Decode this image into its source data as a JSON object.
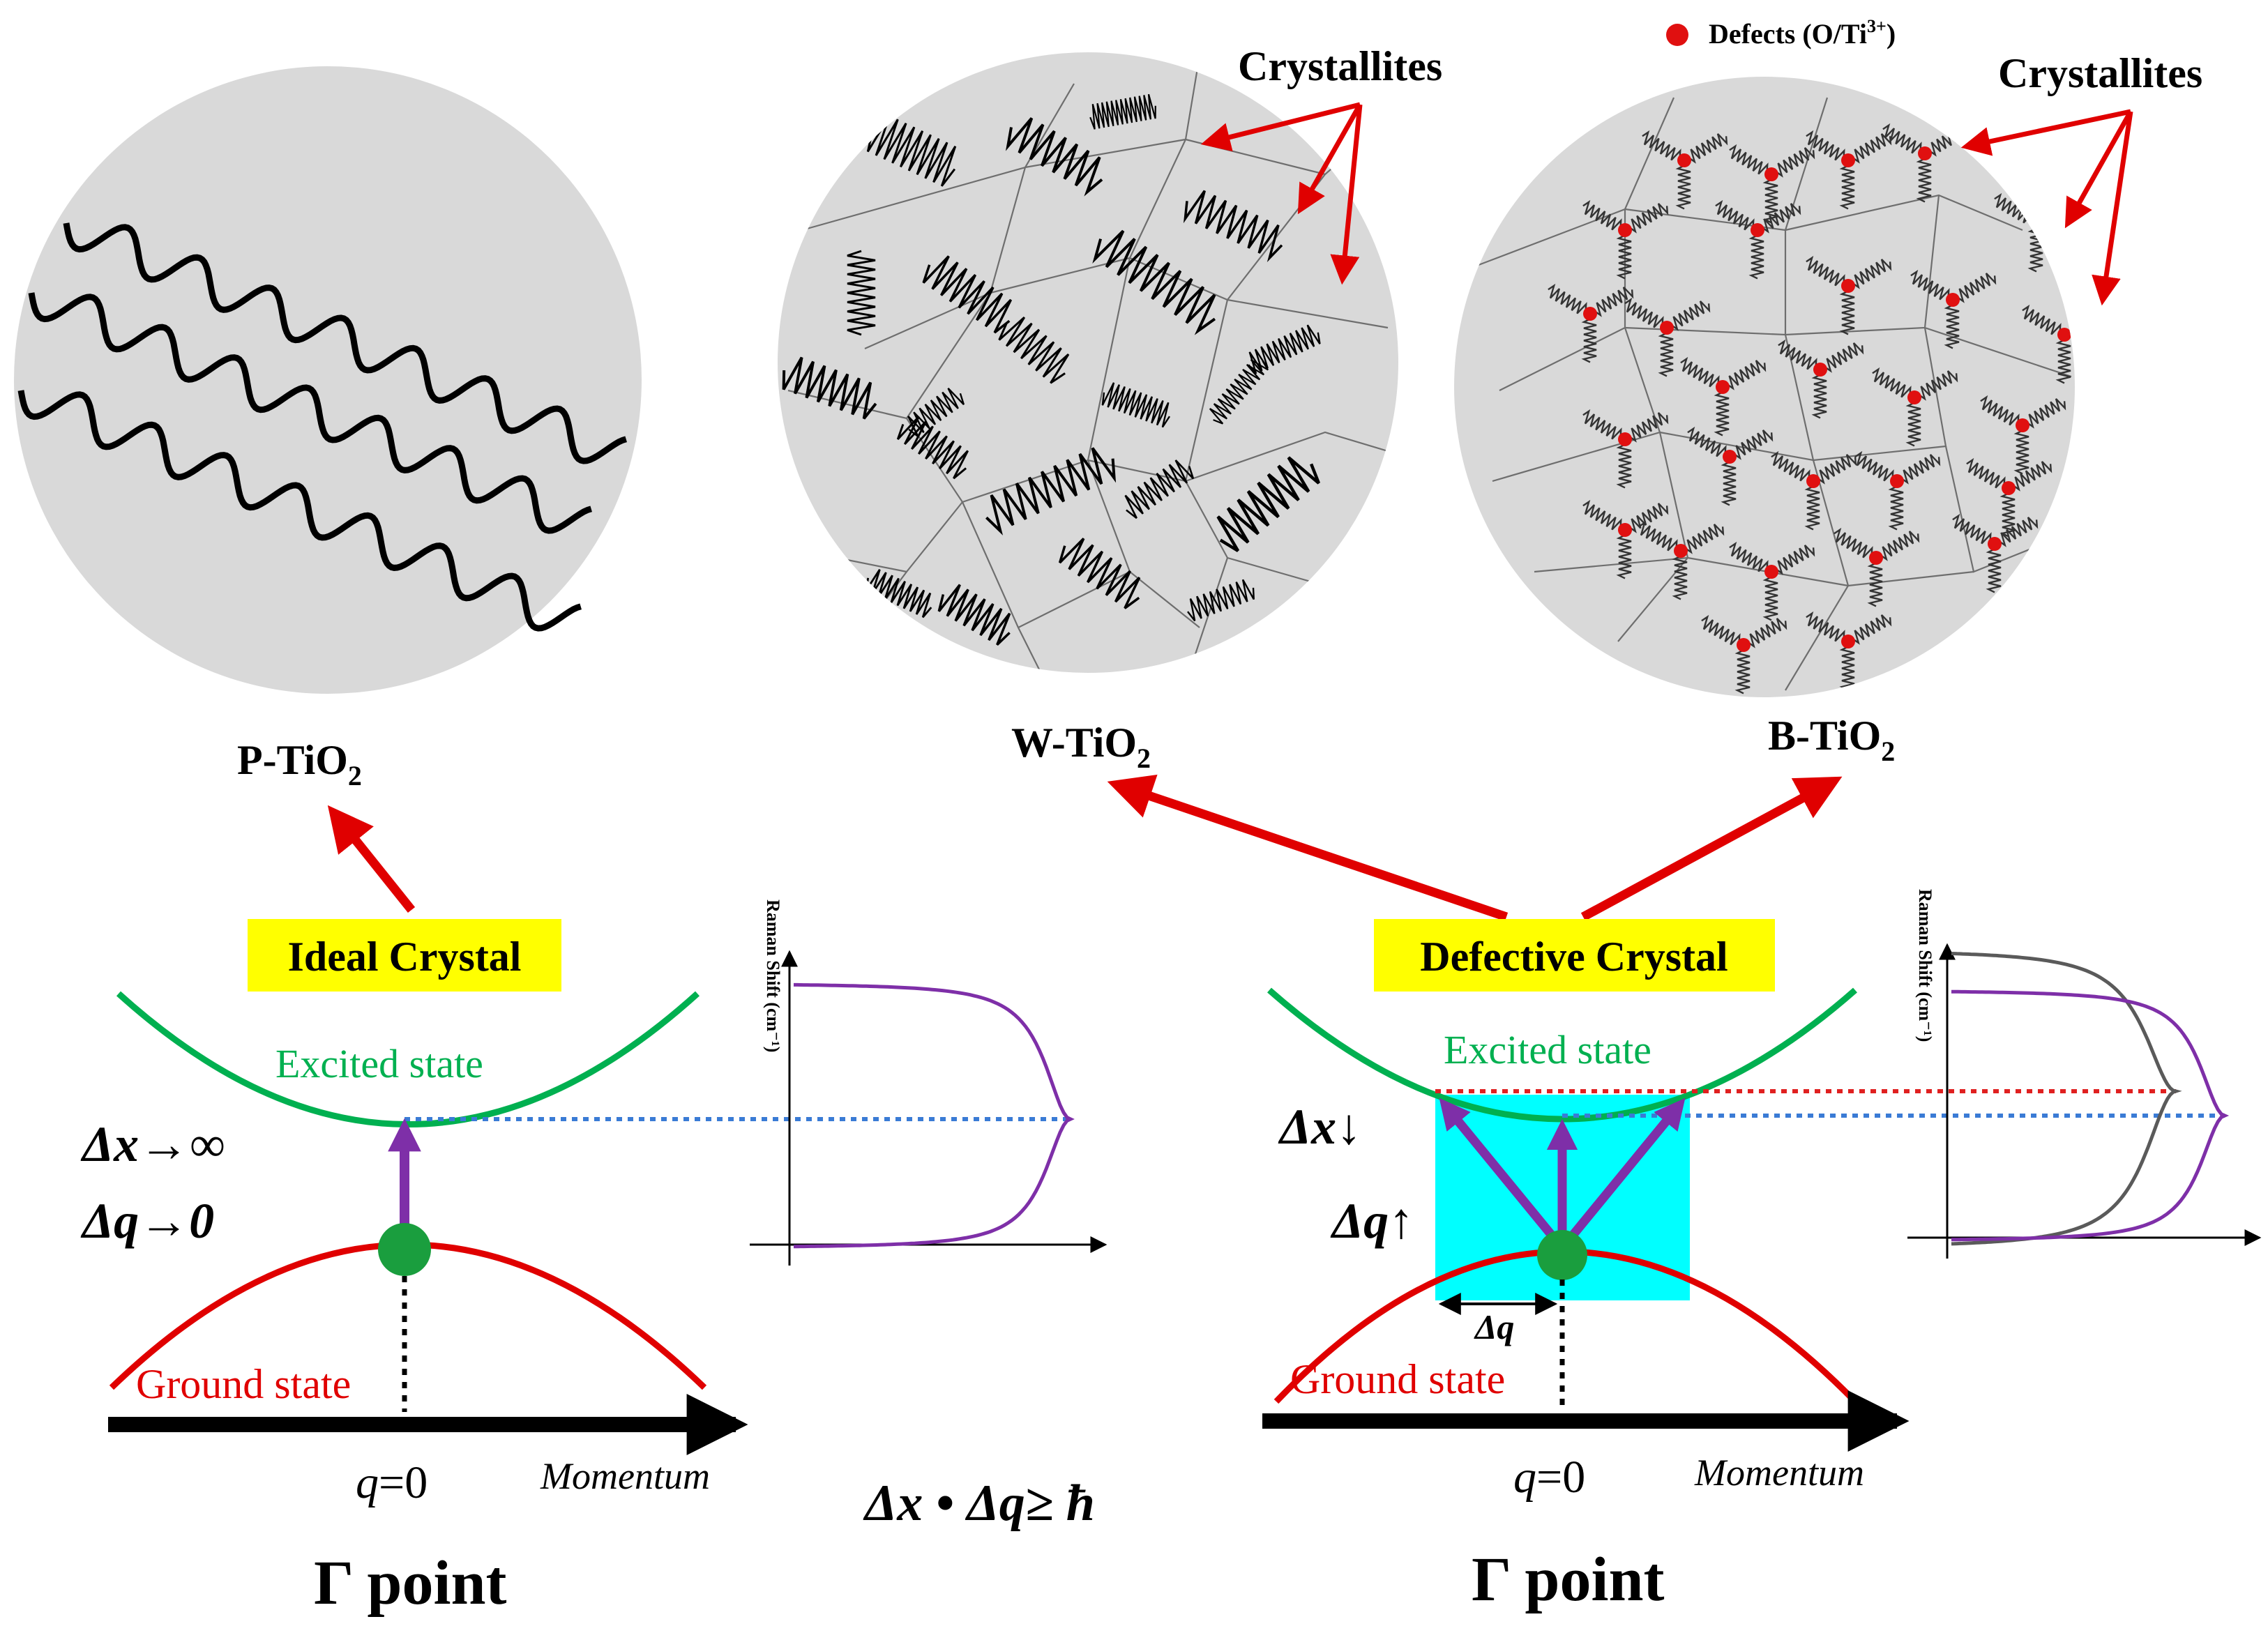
{
  "top": {
    "p_label_main": "P-TiO",
    "p_label_sub": "2",
    "w_label_main": "W-TiO",
    "w_label_sub": "2",
    "b_label_main": "B-TiO",
    "b_label_sub": "2",
    "crystallites_w": "Crystallites",
    "crystallites_b": "Crystallites",
    "defects_legend_main": "Defects (O/Ti",
    "defects_legend_sup": "3+",
    "defects_legend_end": ")"
  },
  "left_panel": {
    "box_label": "Ideal Crystal",
    "excited_state": "Excited state",
    "ground_state": "Ground state",
    "dx_label": "Δx→∞",
    "dq_label": "Δq→0",
    "q_var": "q",
    "q_rest": "=0",
    "momentum": "Momentum",
    "gamma": "Γ point",
    "raman_axis": "Raman Shift (cm⁻¹)"
  },
  "right_panel": {
    "box_label": "Defective Crystal",
    "excited_state": "Excited state",
    "ground_state": "Ground state",
    "dx_label": "Δx↓",
    "dq_label": "Δq↑",
    "dq_small": "Δq",
    "q_var": "q",
    "q_rest": "=0",
    "momentum": "Momentum",
    "gamma": "Γ point",
    "raman_axis": "Raman Shift (cm⁻¹)"
  },
  "uncertainty": "Δx • Δq≥ ħ",
  "colors": {
    "circle_fill": "#d9d9d9",
    "arrow_red": "#e00000",
    "defect_red": "#e01010",
    "label_yellow": "#ffff00",
    "excited_green": "#00b050",
    "ground_red": "#e00000",
    "dot_blue": "#3a7bd5",
    "dot_red": "#e02020",
    "purple": "#7e2fa8",
    "cyan_box": "#00ffff",
    "ball_green": "#1a9e3e",
    "gray_curve": "#5a5a5a"
  }
}
